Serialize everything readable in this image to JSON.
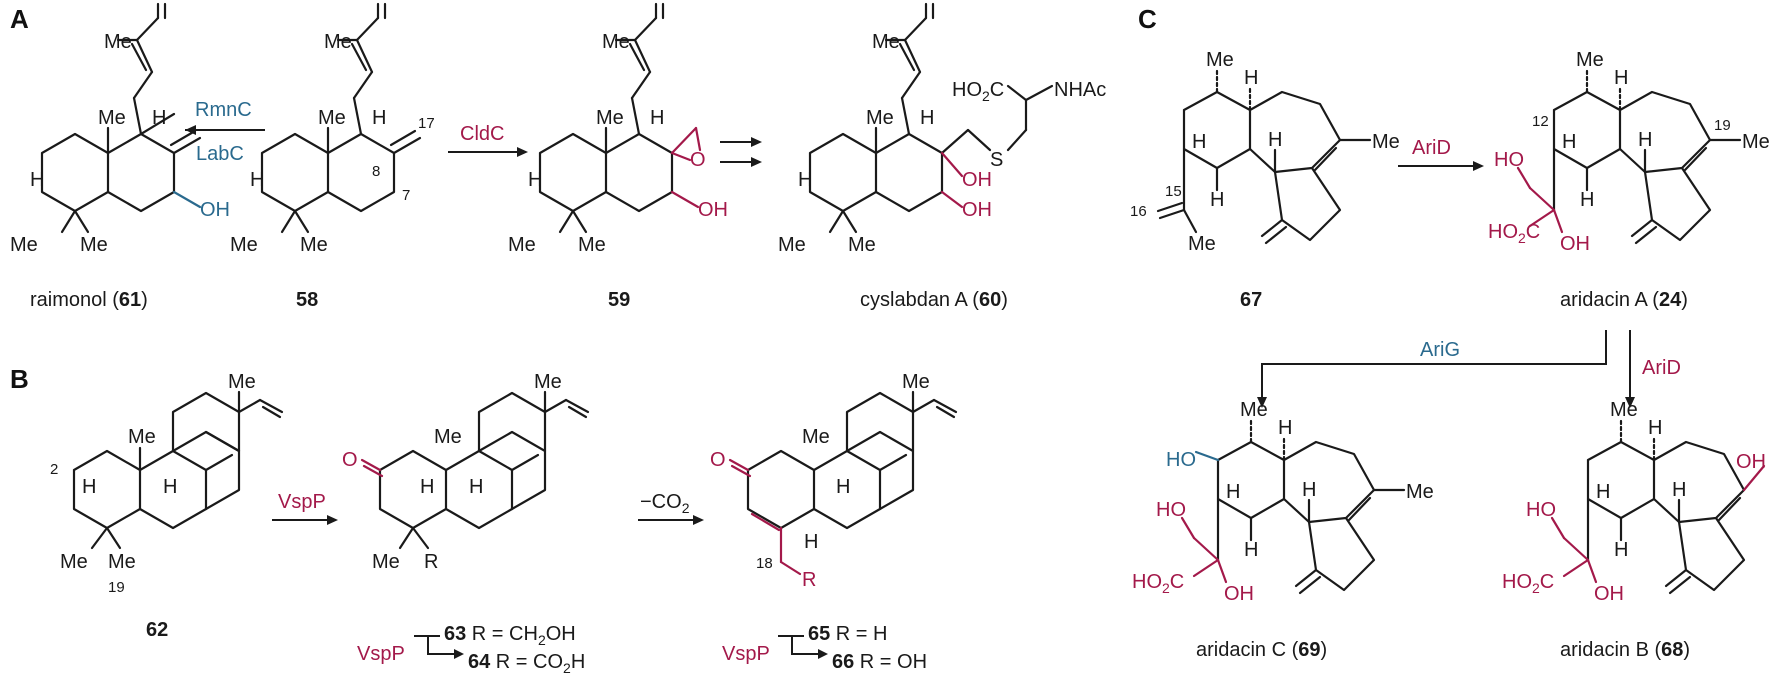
{
  "colors": {
    "enzyme_red": "#a3194a",
    "enzyme_blue": "#2a6a8e",
    "ink": "#1a1a1a"
  },
  "panels": {
    "a": "A",
    "b": "B",
    "c": "C"
  },
  "panel_a": {
    "enzymes": {
      "rmnc": "RmnC",
      "labc": "LabC",
      "cldc": "CldC"
    },
    "compounds": {
      "c61": {
        "name": "raimonol (",
        "num": "61",
        "close": ")"
      },
      "c58": {
        "num": "58"
      },
      "c59": {
        "num": "59"
      },
      "c60": {
        "name": "cyslabdan A (",
        "num": "60",
        "close": ")"
      }
    },
    "atoms": {
      "me": "Me",
      "h": "H",
      "oh": "OH",
      "o": "O",
      "s": "S",
      "ho2c": "HO",
      "ho2c_sub": "2",
      "ho2c_c": "C",
      "nhac": "NHAc"
    },
    "positions": {
      "p17": "17",
      "p8": "8",
      "p7": "7"
    }
  },
  "panel_b": {
    "enzymes": {
      "vspp": "VspP",
      "co2": "−CO",
      "co2_sub": "2"
    },
    "compounds": {
      "c62": {
        "num": "62"
      },
      "c63": {
        "num": "63",
        "r": " R = CH",
        "sub": "2",
        "tail": "OH"
      },
      "c64": {
        "num": "64",
        "r": " R = CO",
        "sub": "2",
        "tail": "H"
      },
      "c65": {
        "num": "65",
        "r": " R = H"
      },
      "c66": {
        "num": "66",
        "r": " R = OH"
      }
    },
    "atoms": {
      "me": "Me",
      "h": "H",
      "o": "O",
      "r": "R"
    },
    "positions": {
      "p2": "2",
      "p19": "19",
      "p18": "18"
    }
  },
  "panel_c": {
    "enzymes": {
      "arid": "AriD",
      "arig": "AriG"
    },
    "compounds": {
      "c67": {
        "num": "67"
      },
      "c24": {
        "name": "aridacin A (",
        "num": "24",
        "close": ")"
      },
      "c69": {
        "name": "aridacin C (",
        "num": "69",
        "close": ")"
      },
      "c68": {
        "name": "aridacin B (",
        "num": "68",
        "close": ")"
      }
    },
    "atoms": {
      "me": "Me",
      "h": "H",
      "ho": "HO",
      "oh": "OH",
      "ho2c": "HO",
      "sub2": "2",
      "c": "C"
    },
    "positions": {
      "p15": "15",
      "p16": "16",
      "p12": "12",
      "p19": "19"
    }
  }
}
